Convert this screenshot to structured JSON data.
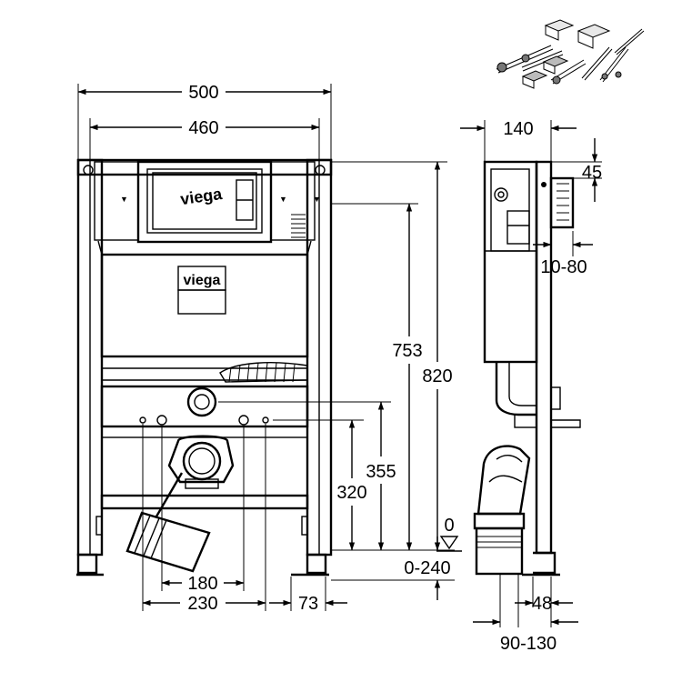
{
  "front_view": {
    "brand_label_upper": "viega",
    "brand_label_lower": "viega",
    "dimensions": {
      "overall_width": "500",
      "inner_width": "460",
      "height_top_fixing": "753",
      "height_overall": "820",
      "height_flush_pipe": "355",
      "height_fixing_points": "320",
      "fixing_spacing": "180",
      "connection_spacing": "230",
      "foot_offset": "73",
      "floor_adjustment": "0-240",
      "floor_level": "0"
    }
  },
  "side_view": {
    "dimensions": {
      "frame_depth": "140",
      "top_offset": "45",
      "wall_distance": "10-80",
      "foot_depth": "48",
      "bend_projection": "90-130"
    }
  }
}
